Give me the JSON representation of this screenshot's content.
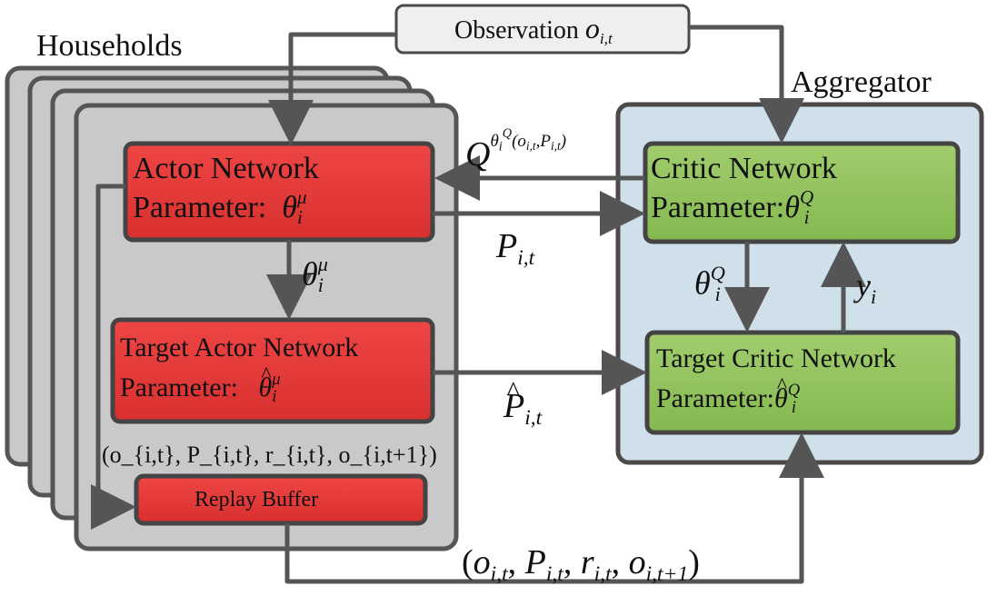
{
  "labels": {
    "households": "Households",
    "aggregator": "Aggregator",
    "observation": "Observation",
    "observation_symbol": "o",
    "observation_sub": "i,t"
  },
  "actor": {
    "title": "Actor Network",
    "param_label": "Parameter:",
    "param_symbol": "θ",
    "param_sub": "i",
    "param_sup": "μ"
  },
  "target_actor": {
    "title": "Target Actor Network",
    "param_label": "Parameter:",
    "param_symbol": "θ",
    "param_sub": "i",
    "param_sup": "μ"
  },
  "replay": {
    "title": "Replay Buffer",
    "tuple": "(o_{i,t}, P_{i,t}, r_{i,t}, o_{i,t+1})"
  },
  "critic": {
    "title": "Critic Network",
    "param_label": "Parameter:",
    "param_symbol": "θ",
    "param_sub": "i",
    "param_sup": "Q"
  },
  "target_critic": {
    "title": "Target Critic Network",
    "param_label": "Parameter:",
    "param_symbol": "θ",
    "param_sub": "i",
    "param_sup": "Q"
  },
  "arrows": {
    "q_symbol": "Q",
    "q_sup": "θ",
    "q_sup_sub": "i",
    "q_sup_sup": "Q",
    "q_args": "(o",
    "q_args_sub1": "i,t",
    "q_args_mid": ",P",
    "q_args_sub2": "i,t",
    "q_args_end": ")",
    "p_symbol": "P",
    "p_sub": "i,t",
    "phat_symbol": "P",
    "phat_sub": "i,t",
    "theta_mu_symbol": "θ",
    "theta_mu_sub": "i",
    "theta_mu_sup": "μ",
    "theta_q_symbol": "θ",
    "theta_q_sub": "i",
    "theta_q_sup": "Q",
    "y_symbol": "y",
    "y_sub": "i",
    "bottom_tuple_open": "(",
    "bottom_o1": "o",
    "bottom_o1_sub": "i,t",
    "bottom_p": "P",
    "bottom_p_sub": "i,t",
    "bottom_r": "r",
    "bottom_r_sub": "i,t",
    "bottom_o2": "o",
    "bottom_o2_sub": "i,t+1",
    "bottom_close": ")"
  },
  "colors": {
    "red_box": "#e23a3a",
    "green_box": "#8fc15a",
    "blue_panel": "#cfe0ea",
    "gray_panel": "#c8c8c8",
    "border": "#4a4a4a"
  }
}
